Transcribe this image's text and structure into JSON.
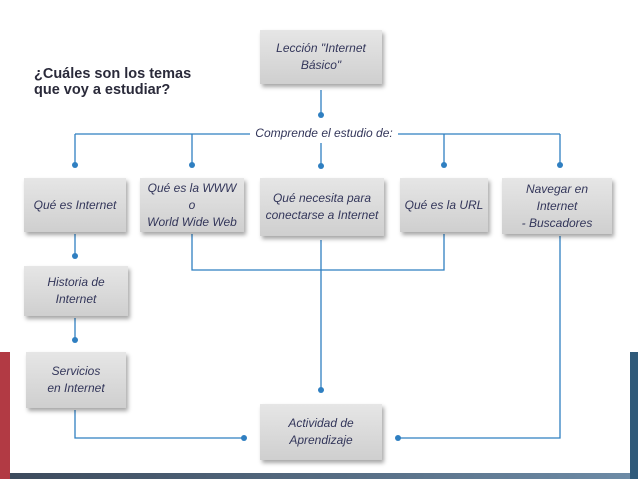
{
  "question": {
    "line1": "¿Cuáles son los temas",
    "line2": "que voy a estudiar?"
  },
  "root": {
    "line1": "Lección \"Internet",
    "line2": "Básico\""
  },
  "connector_label": "Comprende el estudio de:",
  "topics": [
    {
      "line1": "Qué es Internet",
      "line2": ""
    },
    {
      "line1": "Qué es la WWW o",
      "line2": "World Wide Web"
    },
    {
      "line1": "Qué necesita para",
      "line2": "conectarse a Internet"
    },
    {
      "line1": "Qué es la URL",
      "line2": ""
    },
    {
      "line1": "Navegar en Internet",
      "line2": "- Buscadores"
    }
  ],
  "sub_topics": [
    {
      "line1": "Historia de Internet",
      "line2": ""
    },
    {
      "line1": "Servicios",
      "line2": "en Internet"
    }
  ],
  "activity": {
    "line1": "Actividad de",
    "line2": "Aprendizaje"
  },
  "colors": {
    "line": "#2f7fc1",
    "text": "#33365a",
    "box": "#dcdcdc",
    "left_accent": "#b23a44",
    "right_accent": "#2f5a7a"
  }
}
